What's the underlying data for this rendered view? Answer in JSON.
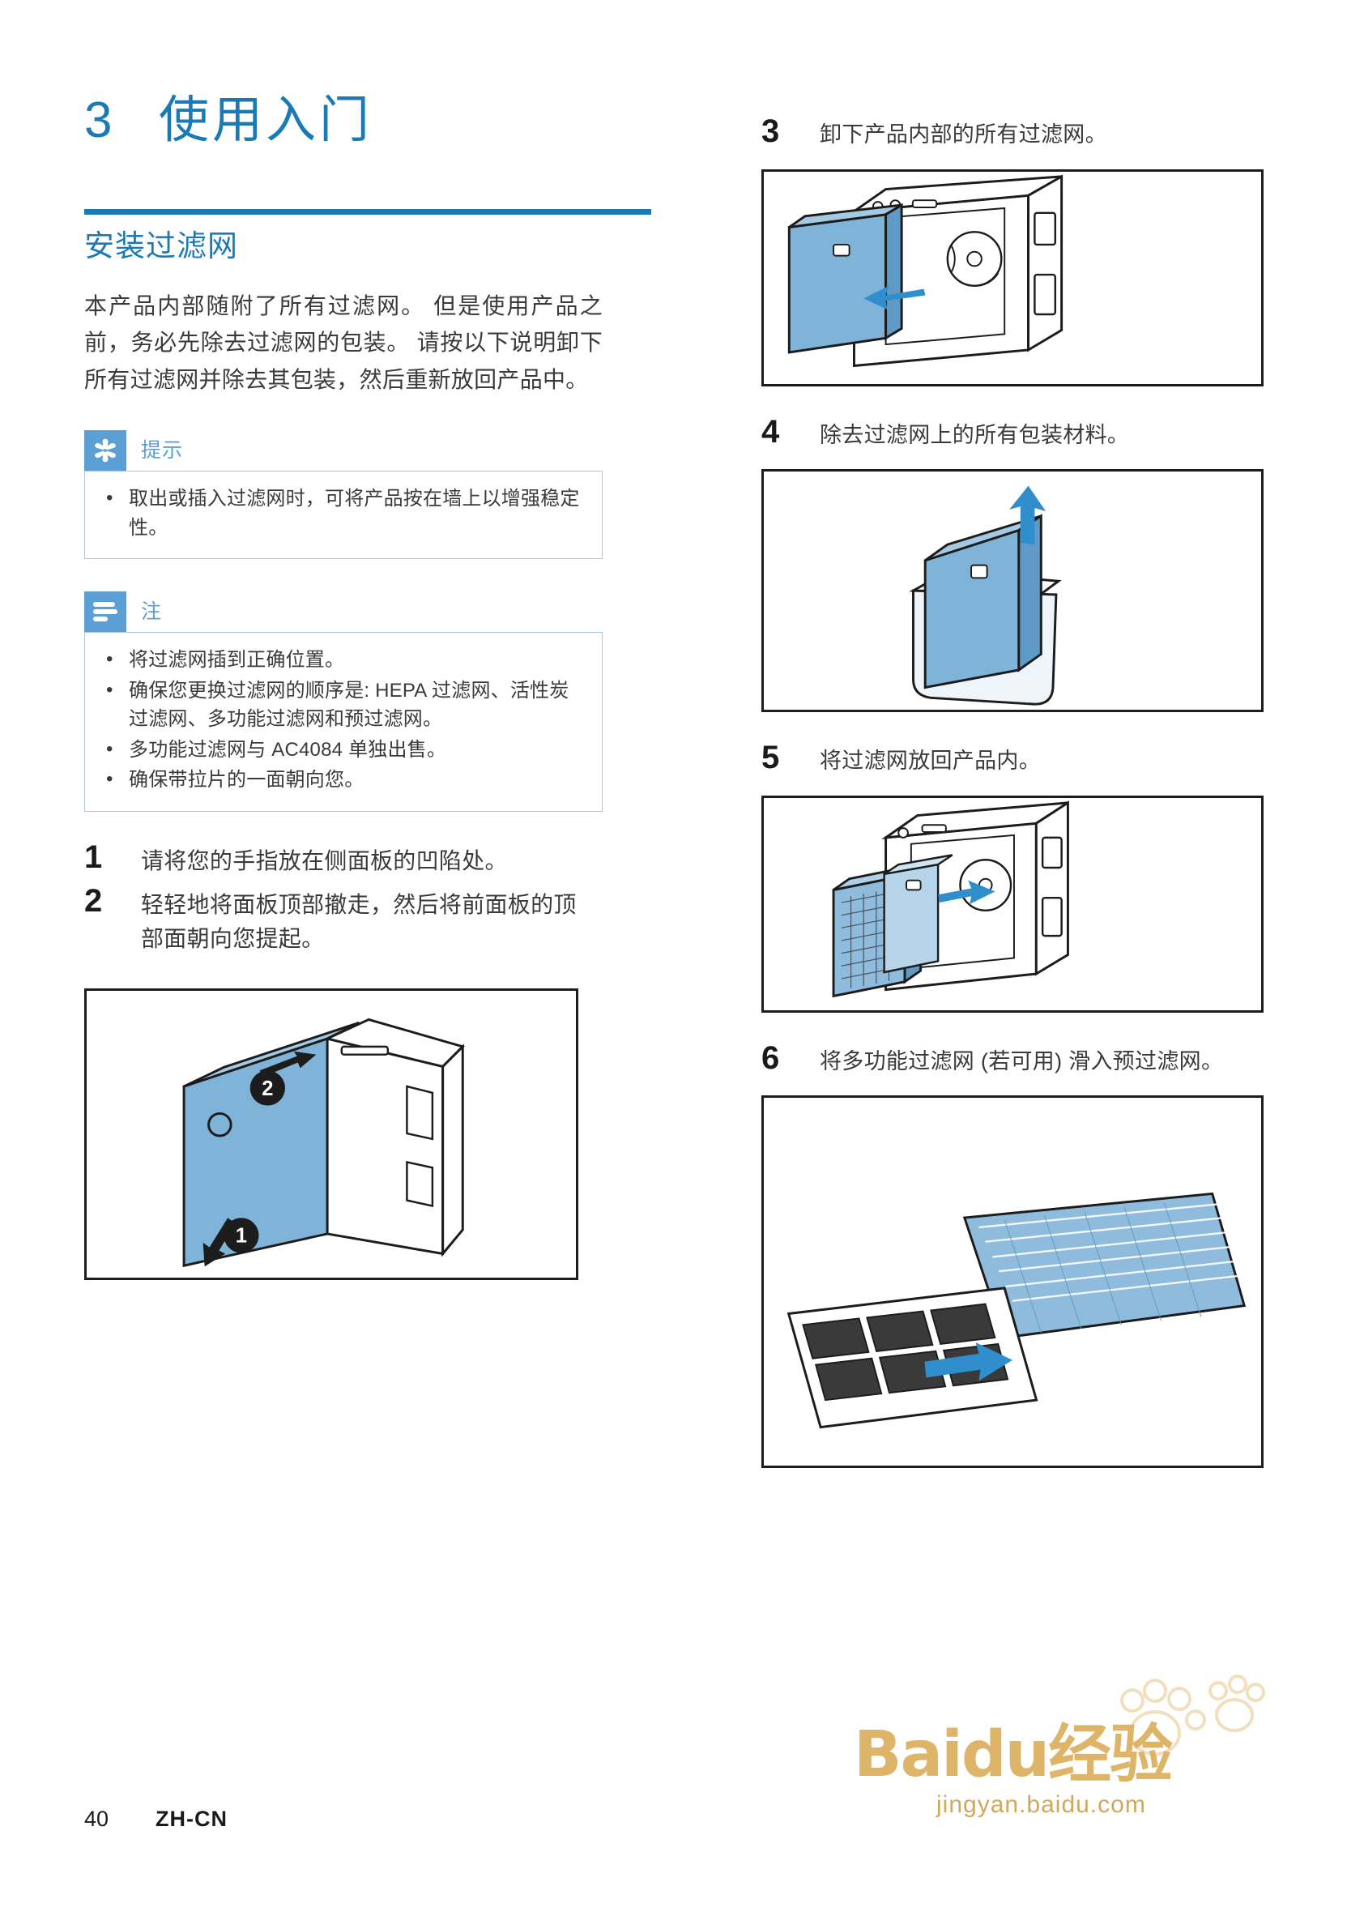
{
  "document": {
    "chapter_number": "3",
    "chapter_title": "使用入门",
    "section_title": "安装过滤网",
    "intro_paragraph": "本产品内部随附了所有过滤网。 但是使用产品之前，务必先除去过滤网的包装。 请按以下说明卸下所有过滤网并除去其包装，然后重新放回产品中。"
  },
  "tip_box": {
    "icon": "asterisk-icon",
    "label": "提示",
    "items": [
      "取出或插入过滤网时，可将产品按在墙上以增强稳定性。"
    ]
  },
  "note_box": {
    "icon": "note-lines-icon",
    "label": "注",
    "items": [
      "将过滤网插到正确位置。",
      "确保您更换过滤网的顺序是: HEPA 过滤网、活性炭过滤网、多功能过滤网和预过滤网。",
      "多功能过滤网与 AC4084 单独出售。",
      "确保带拉片的一面朝向您。"
    ]
  },
  "steps_left": [
    {
      "number": "1",
      "text": "请将您的手指放在侧面板的凹陷处。"
    },
    {
      "number": "2",
      "text": "轻轻地将面板顶部撤走，然后将前面板的顶部面朝向您提起。"
    }
  ],
  "steps_right": [
    {
      "number": "3",
      "text": "卸下产品内部的所有过滤网。"
    },
    {
      "number": "4",
      "text": "除去过滤网上的所有包装材料。"
    },
    {
      "number": "5",
      "text": "将过滤网放回产品内。"
    },
    {
      "number": "6",
      "text": "将多功能过滤网 (若可用) 滑入预过滤网。"
    }
  ],
  "figures": {
    "fig_left_callout_1": "1",
    "fig_left_callout_2": "2"
  },
  "footer": {
    "page_number": "40",
    "language": "ZH-CN"
  },
  "watermark": {
    "line1": "Baidu经验",
    "line2": "jingyan.baidu.com"
  },
  "colors": {
    "accent_blue": "#1a7ab5",
    "badge_blue": "#5b9fd4",
    "box_border": "#a9c8de",
    "illustration_blue": "#7fb3d8",
    "text": "#3a3a3a",
    "watermark_gold": "#d9a94e"
  }
}
